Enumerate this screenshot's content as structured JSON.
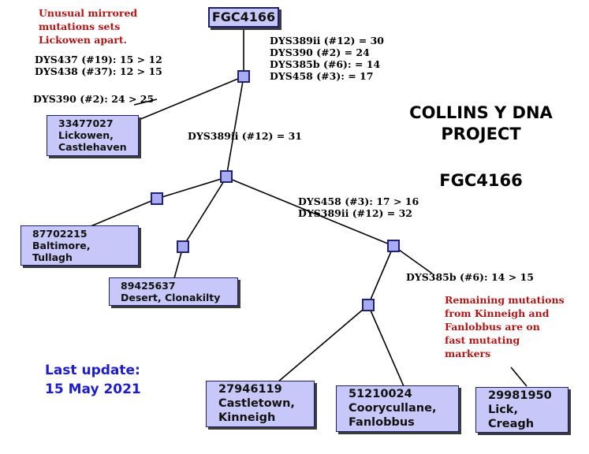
{
  "title": {
    "line1": "COLLINS Y DNA",
    "line2": "PROJECT",
    "line3": "FGC4166"
  },
  "update": {
    "line1": "Last update:",
    "line2": "15 May 2021"
  },
  "root": {
    "label": "FGC4166"
  },
  "notes": {
    "top_left": [
      "Unusual mirrored",
      "mutations sets",
      "Lickowen apart."
    ],
    "remaining": [
      "Remaining mutations",
      "from Kinneigh and",
      "Fanlobbus are on",
      "fast mutating",
      "markers"
    ]
  },
  "mutations": {
    "root_branch": [
      "DYS389ii (#12) = 30",
      "DYS390 (#2) = 24",
      "DYS385b (#6): = 14",
      "DYS458 (#3): = 17"
    ],
    "lickowen_mirror": [
      "DYS437 (#19): 15 > 12",
      "DYS438 (#37): 12 > 15"
    ],
    "lickowen_390": "DYS390 (#2): 24 > 25",
    "node2_branch": "DYS389ii (#12) = 31",
    "node3_branch": [
      "DYS458 (#3): 17 > 16",
      "DYS389ii (#12) = 32"
    ],
    "node4_branch": "DYS385b (#6): 14 > 15"
  },
  "kits": {
    "lickowen": [
      "33477027",
      "Lickowen,",
      "Castlehaven"
    ],
    "baltimore": [
      "87702215",
      "Baltimore,",
      "Tullagh"
    ],
    "desert": [
      "89425637",
      "Desert, Clonakilty"
    ],
    "castletown": [
      "27946119",
      "Castletown,",
      "Kinneigh"
    ],
    "coorycullane": [
      "51210024",
      "Coorycullane,",
      "Fanlobbus"
    ],
    "lick": [
      "29981950",
      "Lick,",
      "Creagh"
    ]
  },
  "colors": {
    "box_fill": "#c7c8f9",
    "box_border": "#1c1f6c",
    "note_red": "#b01515",
    "update_blue": "#1d1dcc"
  }
}
